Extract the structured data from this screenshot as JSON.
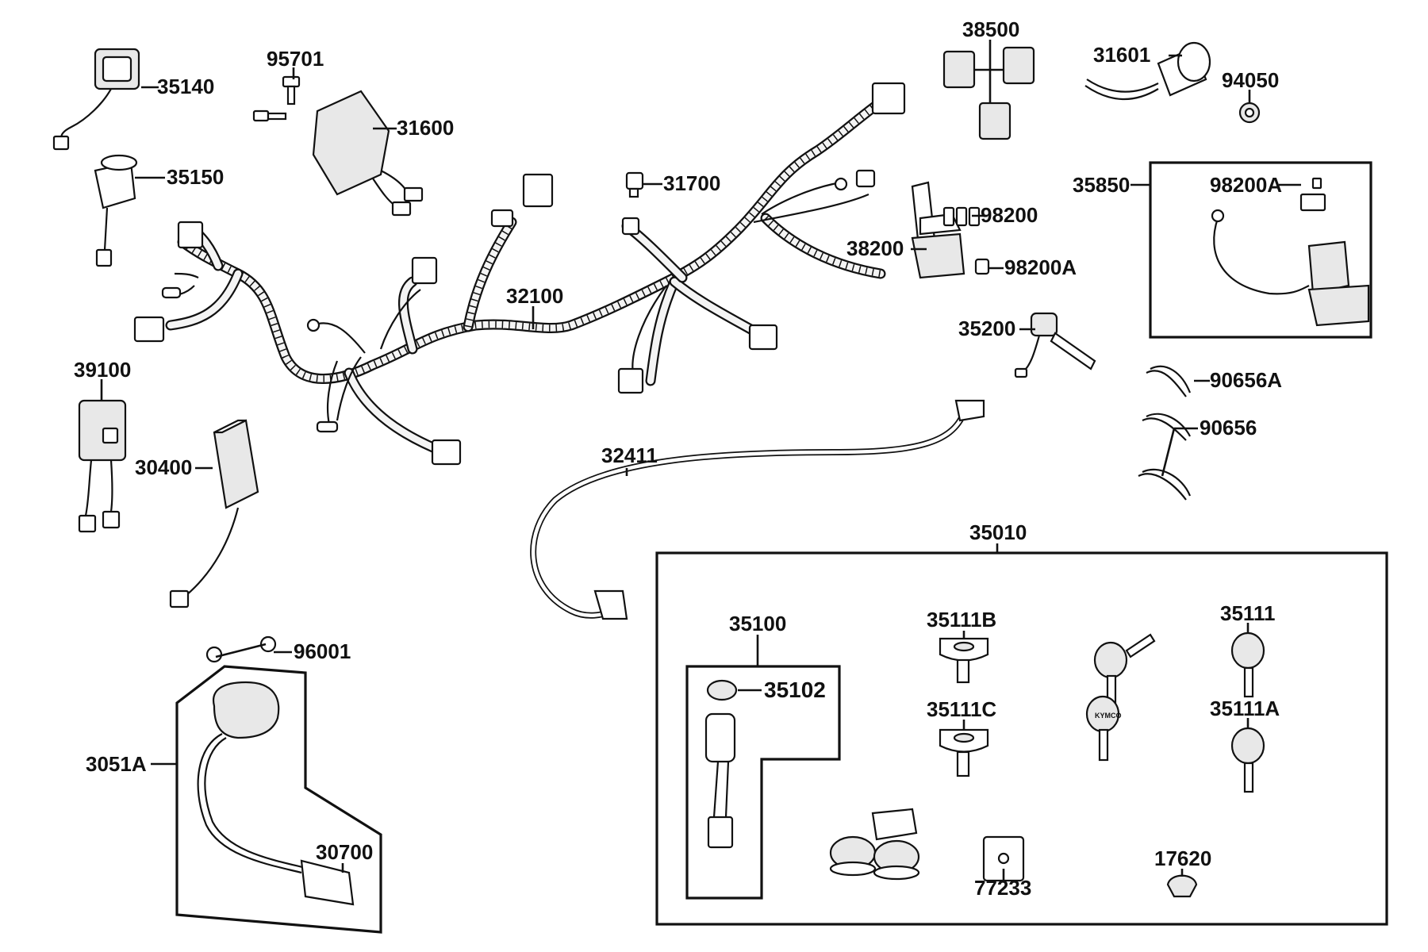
{
  "labels": {
    "p35140": "35140",
    "p95701": "95701",
    "p31600": "31600",
    "p38500": "38500",
    "p31601": "31601",
    "p94050": "94050",
    "p35150": "35150",
    "p31700": "31700",
    "p35850": "35850",
    "p98200A_top": "98200A",
    "p98200": "98200",
    "p38200": "38200",
    "p98200A": "98200A",
    "p32100": "32100",
    "p35200": "35200",
    "p39100": "39100",
    "p90656A": "90656A",
    "p90656": "90656",
    "p30400": "30400",
    "p32411": "32411",
    "p35010": "35010",
    "p35100": "35100",
    "p35111B": "35111B",
    "p35111": "35111",
    "p96001": "96001",
    "p35102": "35102",
    "p35111C": "35111C",
    "p35111A": "35111A",
    "p3051A": "3051A",
    "p30700": "30700",
    "p17620": "17620",
    "p77233": "77233"
  },
  "key_brand_text": "KYMCO",
  "colors": {
    "ink": "#111111",
    "background": "#ffffff"
  }
}
